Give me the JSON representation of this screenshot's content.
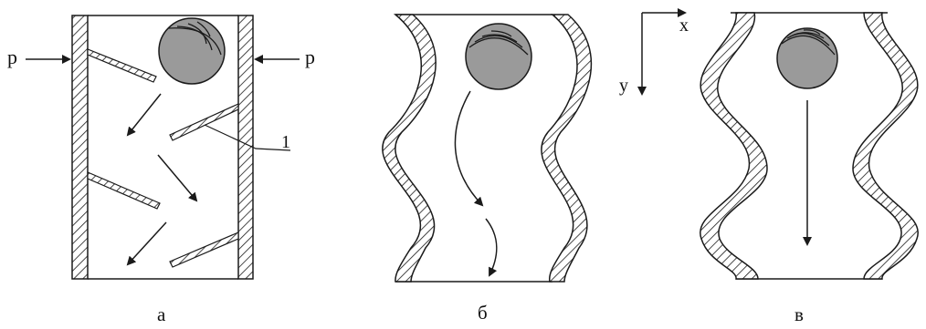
{
  "panels": [
    {
      "caption": "а"
    },
    {
      "caption": "б"
    },
    {
      "caption": "в"
    }
  ],
  "labels": {
    "p_left": "p",
    "p_right": "p",
    "part_number": "1",
    "axis_x": "x",
    "axis_y": "y"
  },
  "colors": {
    "ink": "#1a1a1a",
    "particle_fill": "#9a9a9a",
    "background": "#ffffff"
  }
}
